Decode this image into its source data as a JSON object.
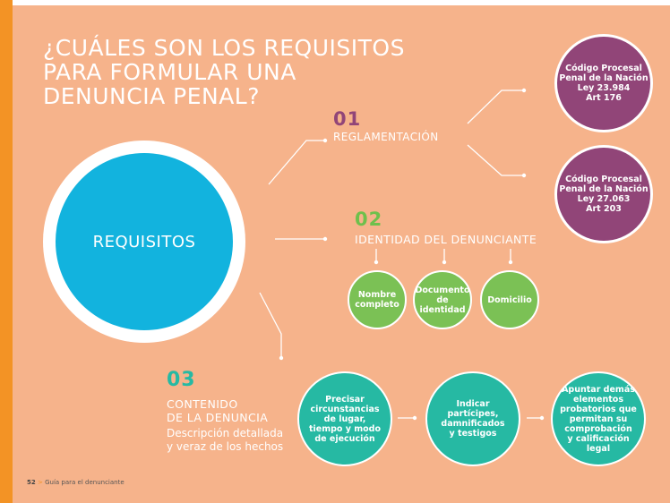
{
  "title_lines": [
    "¿CUÁLES SON LOS REQUISITOS",
    "PARA FORMULAR UNA",
    "DENUNCIA PENAL?"
  ],
  "center": {
    "label": "REQUISITOS"
  },
  "section_01": {
    "number": "01",
    "label": "REGLAMENTACIÓN",
    "items": [
      {
        "lines": [
          "Código Procesal",
          "Penal de la Nación",
          "Ley 23.984",
          "Art 176"
        ]
      },
      {
        "lines": [
          "Código Procesal",
          "Penal de la Nación",
          "Ley 27.063",
          "Art 203"
        ]
      }
    ]
  },
  "section_02": {
    "number": "02",
    "label": "IDENTIDAD DEL DENUNCIANTE",
    "items": [
      {
        "lines": [
          "Nombre",
          "completo"
        ]
      },
      {
        "lines": [
          "Documento",
          "de identidad"
        ]
      },
      {
        "lines": [
          "Domicilio"
        ]
      }
    ]
  },
  "section_03": {
    "number": "03",
    "label_lines": [
      "CONTENIDO",
      "DE LA DENUNCIA"
    ],
    "description_lines": [
      "Descripción detallada",
      "y veraz de los hechos"
    ],
    "items": [
      {
        "lines": [
          "Precisar",
          "circunstancias",
          "de lugar,",
          "tiempo y modo",
          "de ejecución"
        ]
      },
      {
        "lines": [
          "Indicar",
          "partícipes,",
          "damnificados",
          "y testigos"
        ]
      },
      {
        "lines": [
          "Apuntar demás",
          "elementos",
          "probatorios que",
          "permitan su",
          "comprobación",
          "y calificación",
          "legal"
        ]
      }
    ]
  },
  "footer": {
    "page": "52",
    "separator": ">",
    "text": "Guía para el denunciante"
  },
  "colors": {
    "background": "#f6b38b",
    "accent_bar": "#f39325",
    "center_circle": "#12b3de",
    "section_01": "#914578",
    "section_02": "#7bc155",
    "section_03": "#26b9a3"
  }
}
